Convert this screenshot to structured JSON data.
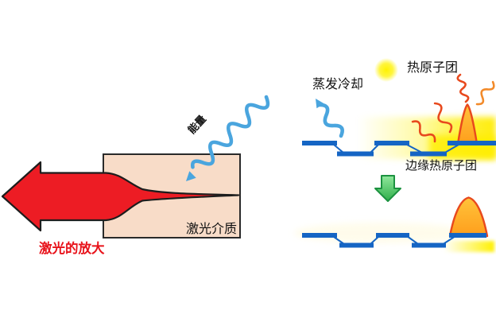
{
  "left_diagram": {
    "energy_label": "能量",
    "medium_label": "激光介质",
    "amplification_label": "激光的放大"
  },
  "right_diagram": {
    "evaporative_cooling_label": "蒸发冷却",
    "hot_atom_cloud_label": "热原子团",
    "edge_hot_atom_cloud_label": "边缘热原子团"
  },
  "colors": {
    "laser_red": "#ED1C24",
    "amplification_text_red": "#E8121A",
    "medium_box_fill": "#F8DCC8",
    "energy_wave_blue": "#4AA5DE",
    "lattice_blue": "#1565C4",
    "glow_yellow": "#FFF200",
    "atom_peak_orange": "#FFA928",
    "atom_peak_stroke": "#E8491D",
    "arrow_green": "#3CB54C"
  }
}
